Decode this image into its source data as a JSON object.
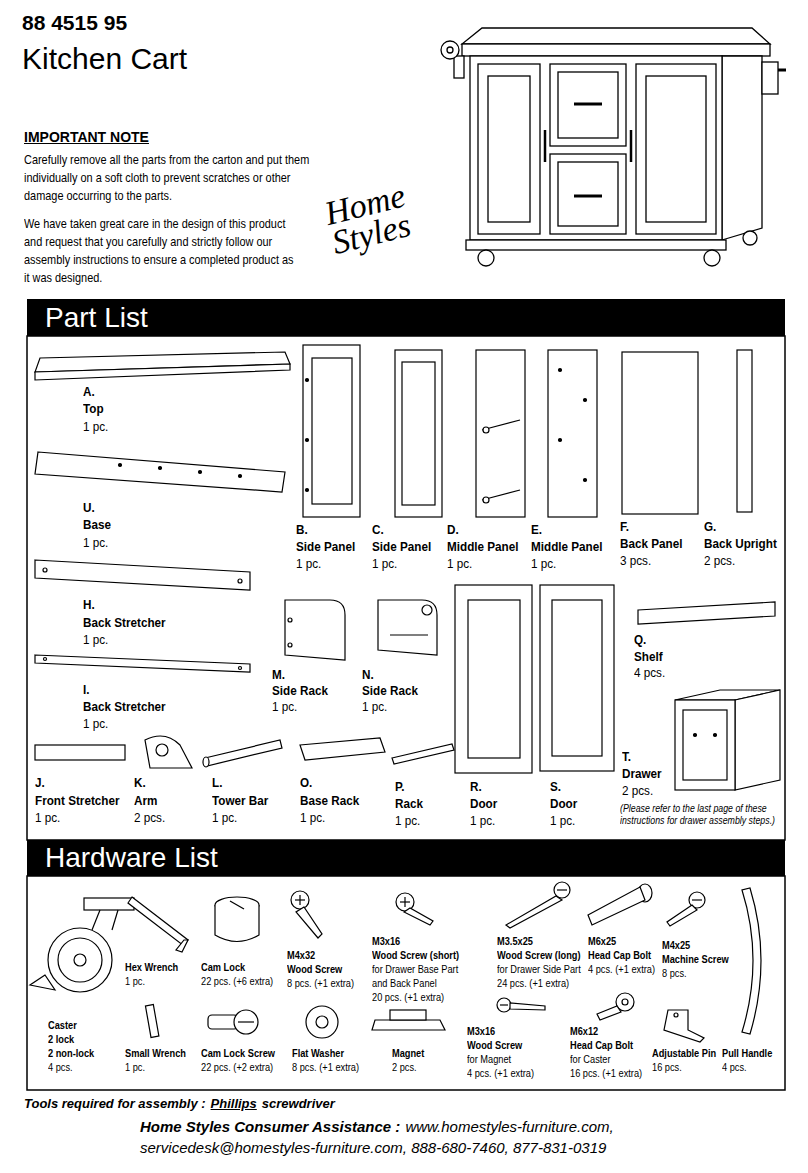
{
  "diagram": {
    "title": "Kitchen Cart",
    "nodes": [
      {
        "text": [
          "Part List"
        ]
      },
      {
        "text": [
          "Hardware List"
        ]
      }
    ],
    "labels": [
      "88 4515 95",
      "IMPORTANT NOTE",
      "Carefully remove all the parts from the carton and put them individually on a soft cloth to prevent scratches or other damage occurring to the parts.",
      "We have taken great care in the design of this product and request that you carefully and strictly follow our assembly instructions to ensure a completed product as it was designed.",
      "Home Styles",
      "A.",
      "Top",
      "1 pc.",
      "U.",
      "Base",
      "1 pc.",
      "B.",
      "Side Panel",
      "1 pc.",
      "C.",
      "Side Panel",
      "1 pc.",
      "D.",
      "Middle Panel",
      "1 pc.",
      "E.",
      "Middle Panel",
      "1 pc.",
      "F.",
      "Back Panel",
      "3 pcs.",
      "G.",
      "Back Upright",
      "2 pcs.",
      "H.",
      "Back Stretcher",
      "1 pc.",
      "I.",
      "Back Stretcher",
      "1 pc.",
      "M.",
      "Side Rack",
      "1 pc.",
      "N.",
      "Side Rack",
      "1 pc.",
      "Q.",
      "Shelf",
      "4 pcs.",
      "J.",
      "Front Stretcher",
      "1 pc.",
      "K.",
      "Arm",
      "2 pcs.",
      "L.",
      "Tower Bar",
      "1 pc.",
      "O.",
      "Base Rack",
      "1 pc.",
      "P.",
      "Rack",
      "1 pc.",
      "R.",
      "Door",
      "1 pc.",
      "S.",
      "Door",
      "1 pc.",
      "T.",
      "Drawer",
      "2 pcs.",
      "(Please refer to the last page of these instructions for drawer assembly steps.)",
      "Caster",
      "2 lock",
      "2 non-lock",
      "4 pcs.",
      "Hex Wrench",
      "1 pc.",
      "Cam Lock",
      "22 pcs. (+6 extra)",
      "M4x32",
      "Wood Screw",
      "8 pcs. (+1 extra)",
      "M3x16",
      "Wood Screw (short)",
      "for Drawer Base Part and Back Panel",
      "20 pcs. (+1 extra)",
      "M3.5x25",
      "Wood Screw (long)",
      "for Drawer Side Part",
      "24 pcs. (+1 extra)",
      "M6x25",
      "Head Cap Bolt",
      "4 pcs. (+1 extra)",
      "M4x25",
      "Machine Screw",
      "8 pcs.",
      "Small Wrench",
      "1 pc.",
      "Cam Lock Screw",
      "22 pcs. (+2 extra)",
      "Flat Washer",
      "8 pcs. (+1 extra)",
      "Magnet",
      "2 pcs.",
      "M3x16",
      "Wood Screw",
      "for Magnet",
      "4 pcs. (+1 extra)",
      "M6x12",
      "Head Cap Bolt",
      "for Caster",
      "16 pcs. (+1 extra)",
      "Adjustable Pin",
      "16 pcs.",
      "Pull Handle",
      "4 pcs.",
      "Tools required for assembly :",
      "Phillips",
      "screwdriver",
      "Home Styles Consumer Assistance :",
      "www.homestyles-furniture.com,",
      "servicedesk@homestyles-furniture.com, 888-680-7460, 877-831-0319"
    ]
  }
}
